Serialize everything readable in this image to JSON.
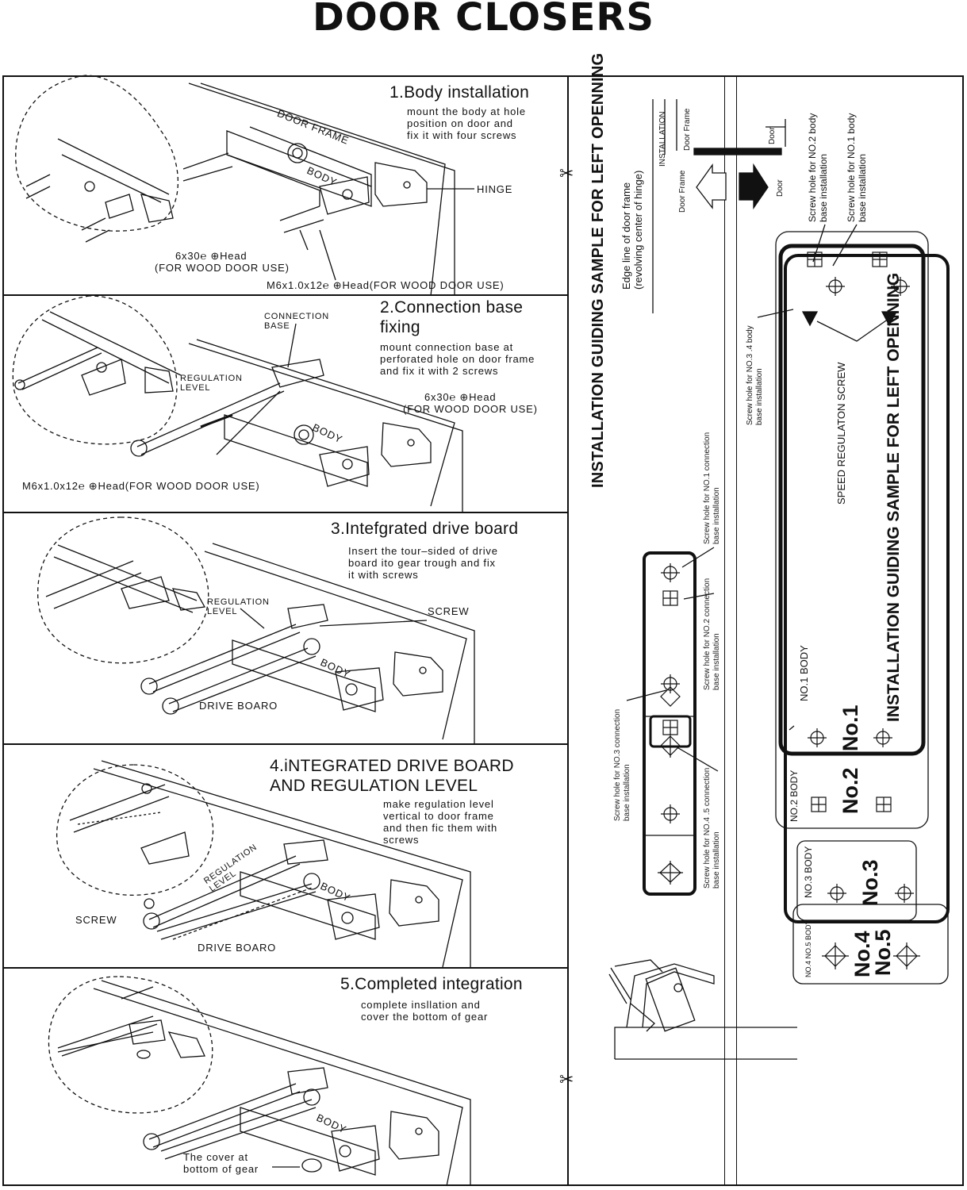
{
  "title": "DOOR CLOSERS",
  "steps": [
    {
      "heading": "1.Body installation",
      "desc": "mount the body at hole\nposition on door and\nfix it with four screws",
      "labels": {
        "door_frame": "DOOR FRAME",
        "body": "BODY",
        "hinge": "HINGE",
        "screw1": "6x30℮ ⊕Head",
        "screw1_use": "(FOR WOOD DOOR USE)",
        "screw2": "M6x1.0x12℮ ⊕Head(FOR WOOD DOOR USE)"
      }
    },
    {
      "heading": "2.Connection base\nfixing",
      "desc": "mount connection base at\nperforated hole on door frame\nand fix it with 2 screws",
      "labels": {
        "connection_base": "CONNECTION\nBASE",
        "regulation_level": "REGULATION\nLEVEL",
        "body": "BODY",
        "screw1": "6x30℮ ⊕Head",
        "screw1_use": "(FOR WOOD DOOR USE)",
        "screw2": "M6x1.0x12℮ ⊕Head(FOR WOOD DOOR USE)"
      }
    },
    {
      "heading": "3.Intefgrated drive board",
      "desc": "Insert the tour–sided of drive\nboard ito gear trough and fix\nit with screws",
      "labels": {
        "regulation_level": "REGULATION\nLEVEL",
        "screw": "SCREW",
        "body": "BODY",
        "drive_board": "DRIVE BOARO"
      }
    },
    {
      "heading": "4.iNTEGRATED DRIVE BOARD\nAND REGULATION LEVEL",
      "desc": "make regulation level\nvertical to door frame\nand then fic them with\nscrews",
      "labels": {
        "regulation_level": "REGULATION\nLEVEL",
        "screw": "SCREW",
        "body": "BODY",
        "drive_board": "DRIVE BOARO"
      }
    },
    {
      "heading": "5.Completed integration",
      "desc": "complete insllation and\ncover the bottom of gear",
      "labels": {
        "body": "BODY",
        "cover": "The cover at\nbottom of gear"
      }
    }
  ],
  "template": {
    "vertical_title": "INSTALLATION GUIDING SAMPLE FOR LEFT OPENNING",
    "edge_line": "Edge line of door frame\n(revolving center of hinge)",
    "installation": "INSTALLATION",
    "door_frame": "Door Frame",
    "door": "Door",
    "conn": {
      "no1": "Screw hole for NO.1 connection\nbase installation",
      "no2": "Screw hole for NO.2 connection\nbase installation",
      "no3": "Screw hole for NO.3 connection\nbase installation",
      "no45": "Screw hole for NO.4 .5 connection\nbase installation"
    },
    "body": {
      "no2_hole": "Screw hole for NO.2 body\nbase installation",
      "no1_hole": "Screw hole for NO.1 body\nbase installation",
      "no3_hole": "Screw hole for NO.3 .4 body\nbase installation",
      "speed_screw": "SPEED REGULATON SCREW",
      "no1_body": "NO.1 BODY",
      "no2_body": "NO.2 BODY",
      "no3_body": "NO.3 BODY",
      "no45_body": "NO.4 NO.5 BODY",
      "no1": "No.1",
      "no2": "No.2",
      "no3": "No.3",
      "no4": "No.4",
      "no5": "No.5"
    }
  }
}
